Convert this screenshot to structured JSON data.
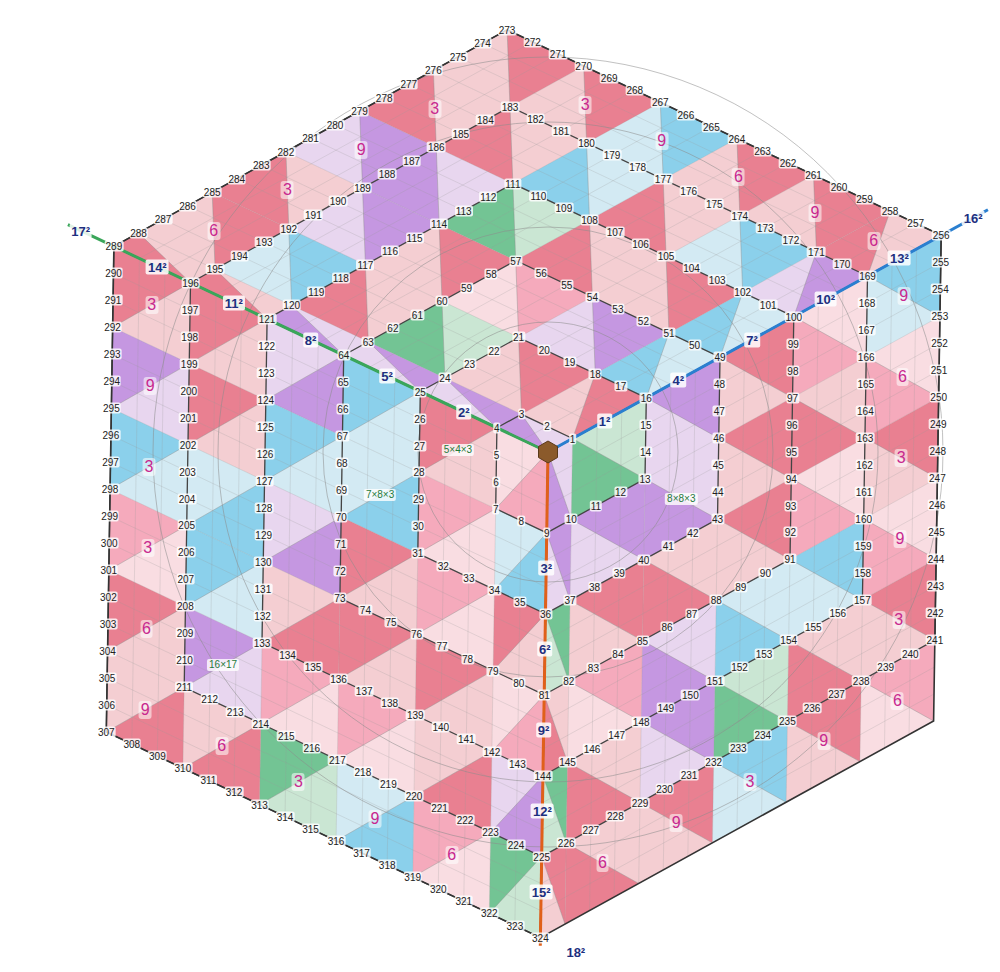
{
  "diagram": {
    "labels": [
      "1",
      "2",
      "3",
      "4",
      "5",
      "6",
      "7",
      "8",
      "9",
      "10",
      "11",
      "12",
      "13",
      "14",
      "15",
      "16",
      "17",
      "18",
      "19",
      "20",
      "21",
      "22",
      "23",
      "24",
      "25",
      "26",
      "27",
      "28",
      "29",
      "30",
      "31",
      "32",
      "33",
      "34",
      "35",
      "36",
      "37",
      "38",
      "39",
      "40",
      "41",
      "42",
      "43",
      "44",
      "45",
      "46",
      "47",
      "48",
      "49",
      "50",
      "51",
      "52",
      "53",
      "54",
      "55",
      "56",
      "57",
      "58",
      "59",
      "60",
      "61",
      "62",
      "63",
      "64",
      "65",
      "66",
      "67",
      "68",
      "69",
      "70",
      "71",
      "72",
      "73",
      "74",
      "75",
      "76",
      "77",
      "78",
      "79",
      "80",
      "81",
      "82",
      "83",
      "84",
      "85",
      "86",
      "87",
      "88",
      "89",
      "90",
      "91",
      "92",
      "93",
      "94",
      "95",
      "96",
      "97",
      "98",
      "99",
      "100",
      "101",
      "102",
      "103",
      "104",
      "105",
      "106",
      "107",
      "108",
      "109",
      "110",
      "111",
      "112",
      "113",
      "114",
      "115",
      "116",
      "117",
      "118",
      "119",
      "120",
      "121",
      "122",
      "123",
      "124",
      "125",
      "126",
      "127",
      "128",
      "129",
      "130",
      "131",
      "132",
      "133",
      "134",
      "135",
      "136",
      "137",
      "138",
      "139",
      "140",
      "141",
      "142",
      "143",
      "144",
      "145",
      "146",
      "147",
      "148",
      "149",
      "150",
      "151",
      "152",
      "153",
      "154",
      "155",
      "156",
      "157",
      "158",
      "159",
      "160",
      "161",
      "162",
      "163",
      "164",
      "165",
      "166",
      "167",
      "168",
      "169",
      "170",
      "171",
      "172",
      "173",
      "174",
      "175",
      "176",
      "177",
      "178",
      "179",
      "180",
      "181",
      "182",
      "183",
      "184",
      "185",
      "186",
      "187",
      "188",
      "189",
      "190",
      "191",
      "192",
      "193",
      "194",
      "195",
      "196",
      "197",
      "198",
      "199",
      "200",
      "201",
      "202",
      "203",
      "204",
      "205",
      "206",
      "207",
      "208",
      "209",
      "210",
      "211",
      "212",
      "213",
      "214",
      "215",
      "216",
      "217",
      "218",
      "219",
      "220",
      "221",
      "222",
      "223",
      "224",
      "225",
      "226",
      "227",
      "228",
      "229",
      "230",
      "231",
      "232",
      "233",
      "234",
      "235",
      "236",
      "237",
      "238",
      "239",
      "240",
      "241",
      "242",
      "243",
      "244",
      "245",
      "246",
      "247",
      "248",
      "249",
      "250",
      "251",
      "252",
      "253",
      "254",
      "255",
      "256",
      "257",
      "258",
      "259",
      "260",
      "261",
      "262",
      "263",
      "264",
      "265",
      "266",
      "267",
      "268",
      "269",
      "270",
      "271",
      "272",
      "273",
      "274",
      "275",
      "276",
      "277",
      "278",
      "279",
      "280",
      "281",
      "282",
      "283",
      "284",
      "285",
      "286",
      "287",
      "288",
      "289",
      "290",
      "291",
      "292",
      "293",
      "294",
      "295",
      "296",
      "297",
      "298",
      "299",
      "300",
      "301",
      "302",
      "303",
      "304",
      "305",
      "306",
      "307",
      "308",
      "309",
      "310",
      "311",
      "312",
      "313",
      "314",
      "315",
      "316",
      "317",
      "318",
      "319",
      "320",
      "321",
      "322",
      "323",
      "324",
      "1²",
      "2²",
      "3²",
      "4²",
      "5²",
      "6²",
      "7²",
      "8²",
      "9²",
      "10²",
      "11²",
      "12²",
      "13²",
      "14²",
      "15²",
      "16²",
      "17²",
      "18²",
      "3",
      "9",
      "3",
      "3",
      "6",
      "9",
      "6",
      "9",
      "3",
      "6",
      "6",
      "3",
      "9",
      "3",
      "6",
      "9",
      "6",
      "9",
      "3",
      "6",
      "9",
      "3",
      "9",
      "6",
      "9",
      "6",
      "3",
      "9",
      "3",
      "5×4×3",
      "7×8×3",
      "16×17",
      "8×8×3"
    ]
  }
}
